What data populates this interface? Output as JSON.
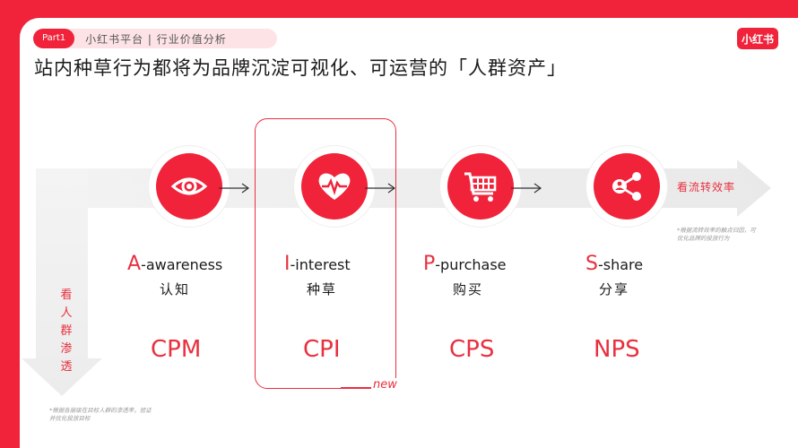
{
  "header": {
    "part": "Part1",
    "text": "小红书平台 | 行业价值分析",
    "logo": "小红书"
  },
  "title": "站内种草行为都将为品牌沉淀可视化、可运营的「人群资产」",
  "flow": {
    "label": "看流转效率",
    "note": "*根据流转效率的触点归因，可优化品牌的投放行为"
  },
  "vertical": {
    "label": "看人群渗透",
    "note": "*根据各层级在目标人群的渗透率，验证并优化投放目标"
  },
  "stages": [
    {
      "letter": "A",
      "word": "-awareness",
      "cn": "认知",
      "metric": "CPM",
      "icon": "eye-icon"
    },
    {
      "letter": "I",
      "word": "-interest",
      "cn": "种草",
      "metric": "CPI",
      "icon": "heartbeat-icon"
    },
    {
      "letter": "P",
      "word": "-purchase",
      "cn": "购买",
      "metric": "CPS",
      "icon": "cart-icon"
    },
    {
      "letter": "S",
      "word": "-share",
      "cn": "分享",
      "metric": "NPS",
      "icon": "share-icon"
    }
  ],
  "new_tag": "new",
  "colors": {
    "accent": "#f0233a",
    "text": "#1a1a1a",
    "muted": "#9a9a9a"
  }
}
